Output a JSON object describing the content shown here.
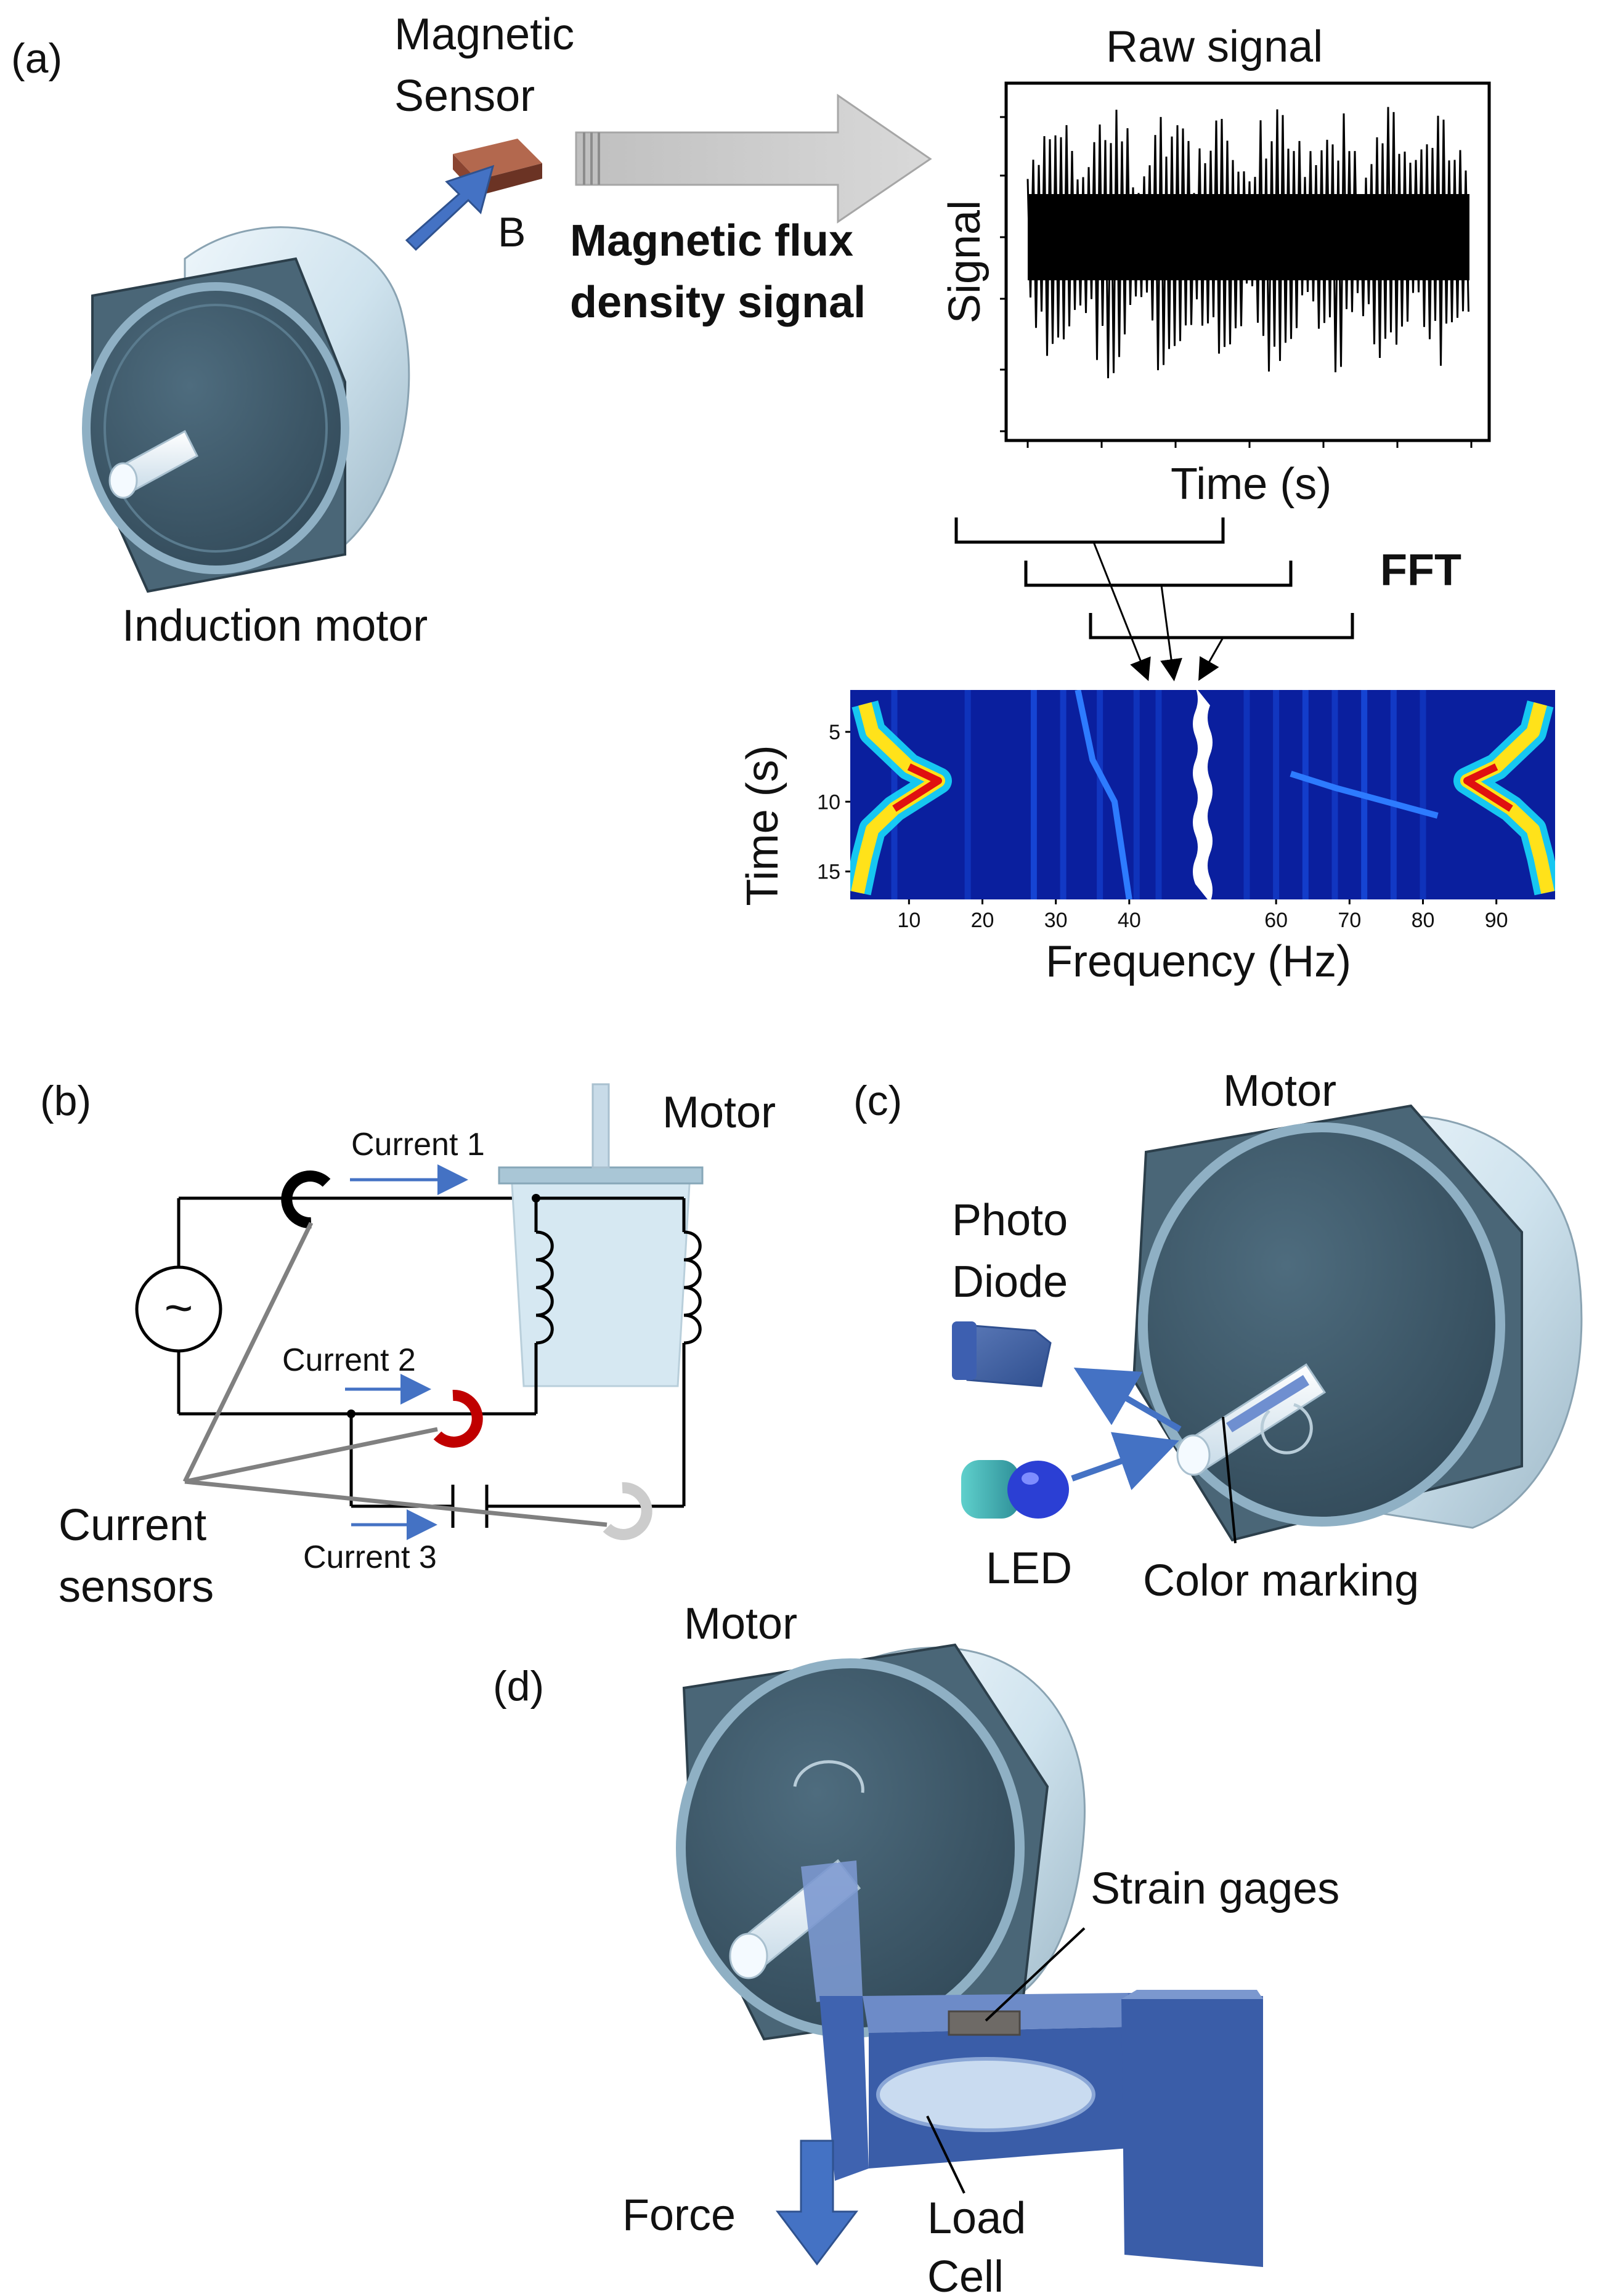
{
  "panel_a": {
    "label": "(a)",
    "sensor_label_line1": "Magnetic",
    "sensor_label_line2": "Sensor",
    "field_label": "B",
    "signal_label_line1": "Magnetic flux",
    "signal_label_line2": "density signal",
    "motor_label": "Induction motor",
    "raw_title": "Raw signal",
    "raw_ylabel": "Signal",
    "raw_xlabel": "Time (s)",
    "fft_label": "FFT",
    "spec_ylabel": "Time (s)",
    "spec_xlabel": "Frequency (Hz)",
    "spec_yticks": [
      "5",
      "10",
      "15"
    ],
    "spec_xticks_left": [
      "10",
      "20",
      "30",
      "40"
    ],
    "spec_xticks_right": [
      "60",
      "70",
      "80",
      "90"
    ]
  },
  "panel_b": {
    "label": "(b)",
    "motor_label": "Motor",
    "current1": "Current  1",
    "current2": "Current  2",
    "current3": "Current  3",
    "sensors_line1": "Current",
    "sensors_line2": "sensors",
    "source_symbol": "~"
  },
  "panel_c": {
    "label": "(c)",
    "motor_label": "Motor",
    "photo_line1": "Photo",
    "photo_line2": "Diode",
    "led_label": "LED",
    "marking_label": "Color marking"
  },
  "panel_d": {
    "label": "(d)",
    "motor_label": "Motor",
    "strain_label": "Strain gages",
    "force_label": "Force",
    "loadcell_line1": "Load",
    "loadcell_line2": "Cell"
  },
  "colors": {
    "motor_face": "#3f5a6a",
    "motor_body": "#cfe3ee",
    "arrow_blue": "#4472c4",
    "spectrogram_bg": "#0a1f9e",
    "sensor_red": "#c00000",
    "sensor_grey": "#cccccc"
  },
  "spectrogram_data": {
    "frequency_range_hz": [
      2,
      98
    ],
    "time_range_s": [
      2,
      17
    ],
    "missing_band_hz": [
      48,
      52
    ]
  }
}
